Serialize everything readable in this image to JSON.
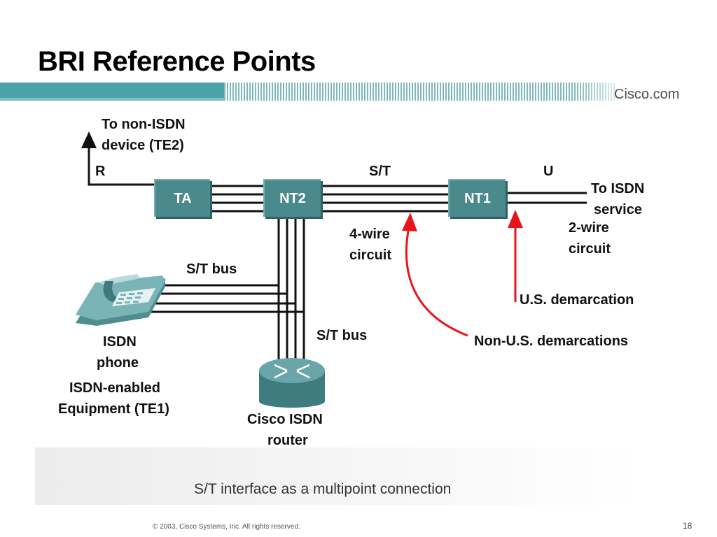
{
  "title": "BRI Reference Points",
  "brand": "Cisco.com",
  "boxes": {
    "ta": "TA",
    "nt2": "NT2",
    "nt1": "NT1"
  },
  "labels": {
    "to_non_isdn_1": "To non-ISDN",
    "to_non_isdn_2": "device (TE2)",
    "r": "R",
    "st": "S/T",
    "u": "U",
    "to_isdn_1": "To ISDN",
    "to_isdn_2": "service",
    "four_wire_1": "4-wire",
    "four_wire_2": "circuit",
    "two_wire_1": "2-wire",
    "two_wire_2": "circuit",
    "st_bus_1": "S/T bus",
    "st_bus_2": "S/T bus",
    "us_demarcation": "U.S. demarcation",
    "non_us_demarcations": "Non-U.S. demarcations",
    "isdn_phone_1": "ISDN",
    "isdn_phone_2": "phone",
    "te1_1": "ISDN-enabled",
    "te1_2": "Equipment (TE1)",
    "router_1": "Cisco ISDN",
    "router_2": "router"
  },
  "caption": "S/T interface as a multipoint connection",
  "footer": "© 2003, Cisco Systems, Inc. All rights reserved.",
  "page_number": "18",
  "colors": {
    "accent": "#4aa3a8",
    "box": "#4a8a8c",
    "arrow_red": "#e8141b"
  },
  "icons": [
    "phone-icon",
    "router-icon"
  ]
}
